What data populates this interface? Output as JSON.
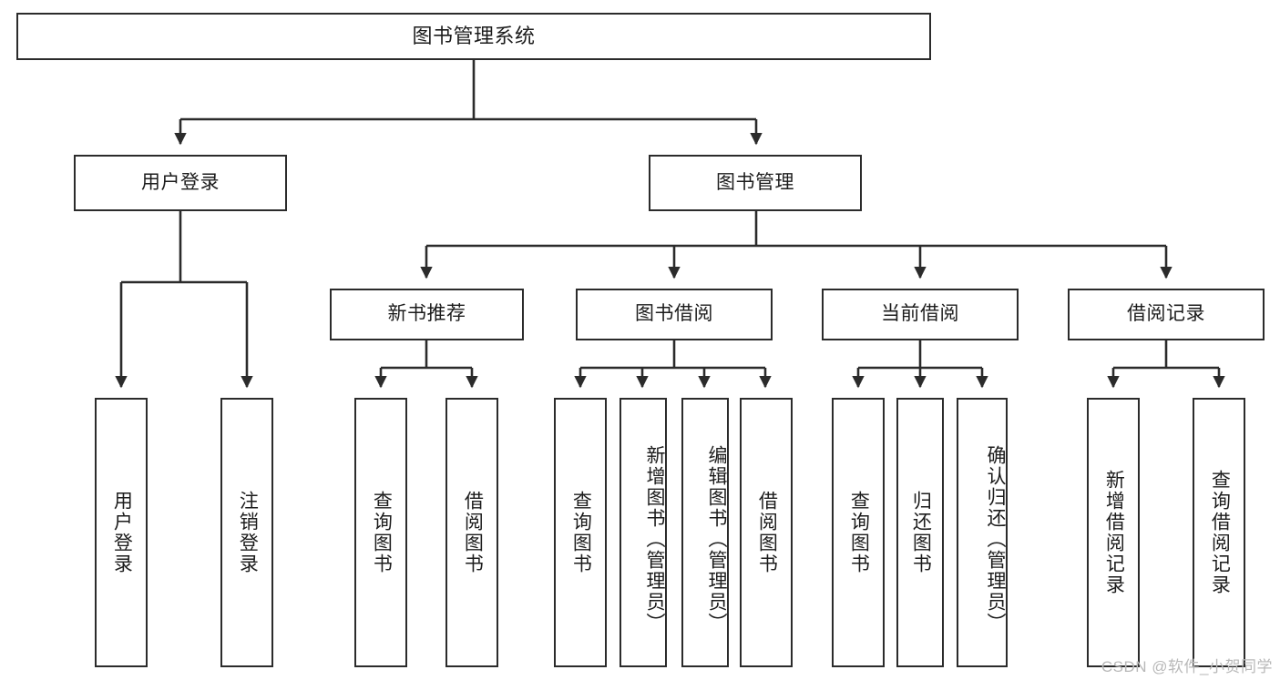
{
  "diagram": {
    "title": "图书管理系统",
    "type": "tree-hierarchy-diagram",
    "colors": {
      "box_border": "#2b2b2b",
      "box_fill": "#ffffff",
      "connector": "#2b2b2b",
      "text": "#1c1c1c",
      "watermark": "#b9b9b9",
      "background": "#ffffff"
    },
    "root": {
      "label": "图书管理系统"
    },
    "level2": [
      {
        "label": "用户登录"
      },
      {
        "label": "图书管理"
      }
    ],
    "level3": [
      {
        "label": "新书推荐"
      },
      {
        "label": "图书借阅"
      },
      {
        "label": "当前借阅"
      },
      {
        "label": "借阅记录"
      }
    ],
    "leaves": {
      "user_login": [
        {
          "label": "用户登录"
        },
        {
          "label": "注销登录"
        }
      ],
      "new_book": [
        {
          "label": "查询图书"
        },
        {
          "label": "借阅图书"
        }
      ],
      "book_borrow": [
        {
          "label": "查询图书"
        },
        {
          "label": "新增图书（管理员）"
        },
        {
          "label": "编辑图书（管理员）"
        },
        {
          "label": "借阅图书"
        }
      ],
      "current_borrow": [
        {
          "label": "查询图书"
        },
        {
          "label": "归还图书"
        },
        {
          "label": "确认归还（管理员）"
        }
      ],
      "borrow_record": [
        {
          "label": "新增借阅记录"
        },
        {
          "label": "查询借阅记录"
        }
      ]
    },
    "watermark": "CSDN @软件_小贺同学"
  }
}
